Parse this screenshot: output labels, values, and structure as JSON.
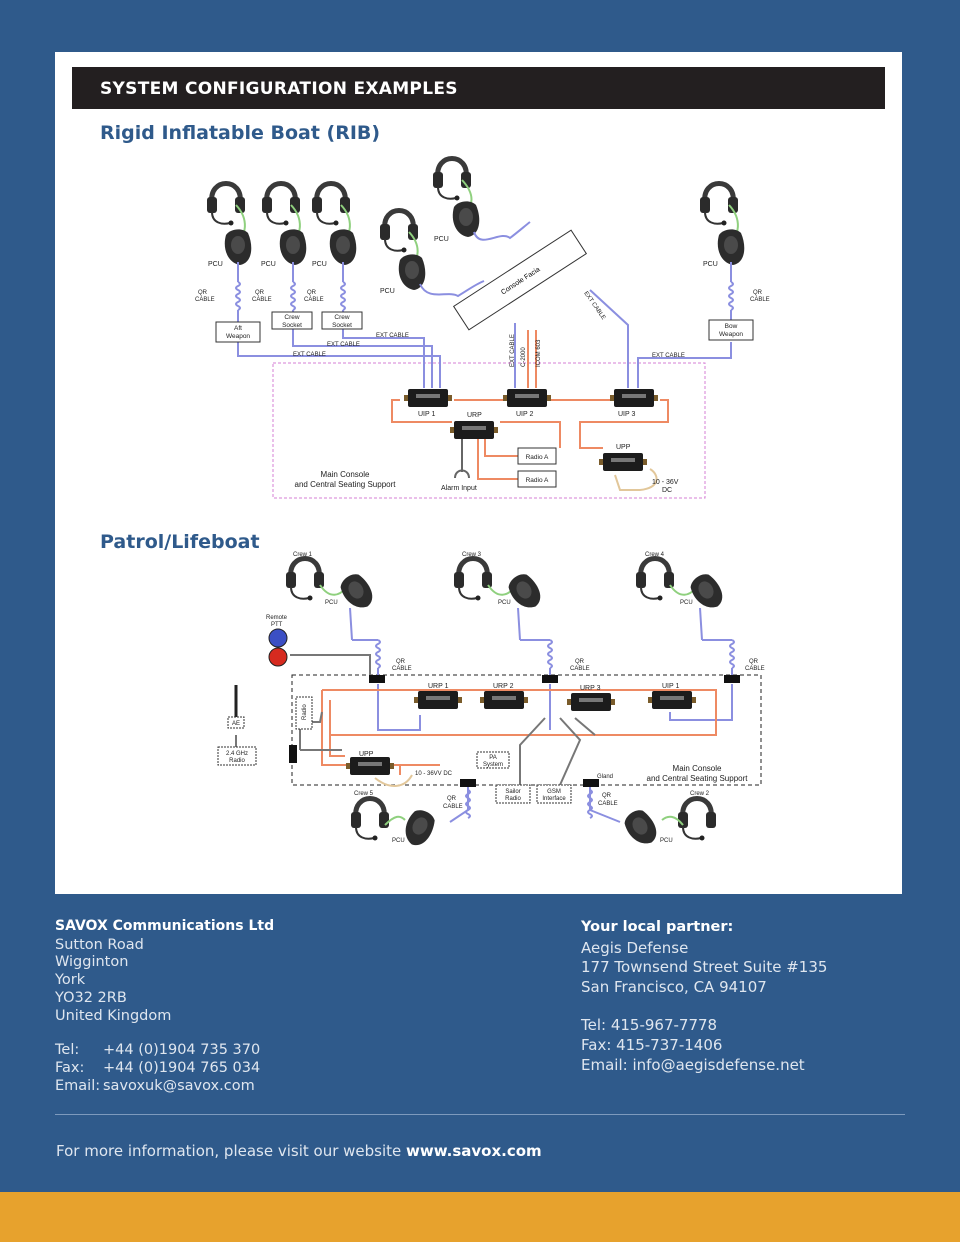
{
  "header": {
    "title": "SYSTEM CONFIGURATION EXAMPLES"
  },
  "rib": {
    "title": "Rigid Inflatable Boat (RIB)",
    "pcu": "PCU",
    "qr_cable_1": "QR",
    "qr_cable_2": "CABLE",
    "aft_weapon_1": "Aft",
    "aft_weapon_2": "Weapon",
    "crew_socket_1": "Crew",
    "crew_socket_2": "Socket",
    "bow_weapon_1": "Bow",
    "bow_weapon_2": "Weapon",
    "ext_cable": "EXT CABLE",
    "console_facia": "Console Facia",
    "icom": "ICOM 603",
    "c2000": "C-2000",
    "uip1": "UIP 1",
    "uip2": "UIP 2",
    "uip3": "UIP 3",
    "urp": "URP",
    "upp": "UPP",
    "radio_a": "Radio A",
    "alarm": "Alarm Input",
    "dc": "10 - 36V",
    "dc2": "DC",
    "console_1": "Main Console",
    "console_2": "and Central Seating Support"
  },
  "patrol": {
    "title": "Patrol/Lifeboat",
    "crew1": "Crew 1",
    "crew3": "Crew 3",
    "crew4": "Crew 4",
    "crew5": "Crew 5",
    "crew2": "Crew 2",
    "pcu": "PCU",
    "remote_1": "Remote",
    "remote_2": "PTT",
    "qr_1": "QR",
    "qr_2": "CABLE",
    "urp1": "URP 1",
    "urp2": "URP 2",
    "urp3": "URP 3",
    "uip1": "UIP 1",
    "upp": "UPP",
    "radio": "Radio",
    "ae": "AE",
    "ghz_1": "2.4 GHz",
    "ghz_2": "Radio",
    "dc": "10 - 36VV DC",
    "pa_1": "PA",
    "pa_2": "System",
    "sailor_1": "Sailor",
    "sailor_2": "Radio",
    "gsm_1": "GSM",
    "gsm_2": "Interface",
    "gland": "Gland",
    "console_1": "Main Console",
    "console_2": "and Central Seating Support"
  },
  "savox": {
    "name": "SAVOX Communications Ltd",
    "lines": [
      "Sutton Road",
      "Wigginton",
      "York",
      "YO32 2RB",
      "United Kingdom"
    ],
    "tel_label": "Tel:",
    "tel": "+44 (0)1904 735 370",
    "fax_label": "Fax:",
    "fax": "+44 (0)1904 765 034",
    "email_label": "Email:",
    "email": "savoxuk@savox.com"
  },
  "partner": {
    "heading": "Your local partner:",
    "name": "Aegis Defense",
    "street": "177 Townsend Street Suite #135",
    "city": "San Francisco, CA 94107",
    "tel": "Tel: 415-967-7778",
    "fax": "Fax: 415-737-1406",
    "email": "Email: info@aegisdefense.net"
  },
  "footer": {
    "prefix": "For more information, please visit our website ",
    "website": "www.savox.com"
  },
  "colors": {
    "page_blue": "#2f5a8b",
    "accent_orange": "#e7a22d",
    "cable_blue": "#8b8fe0",
    "cable_orange": "#ee8a63",
    "cable_green": "#8fd07e"
  }
}
